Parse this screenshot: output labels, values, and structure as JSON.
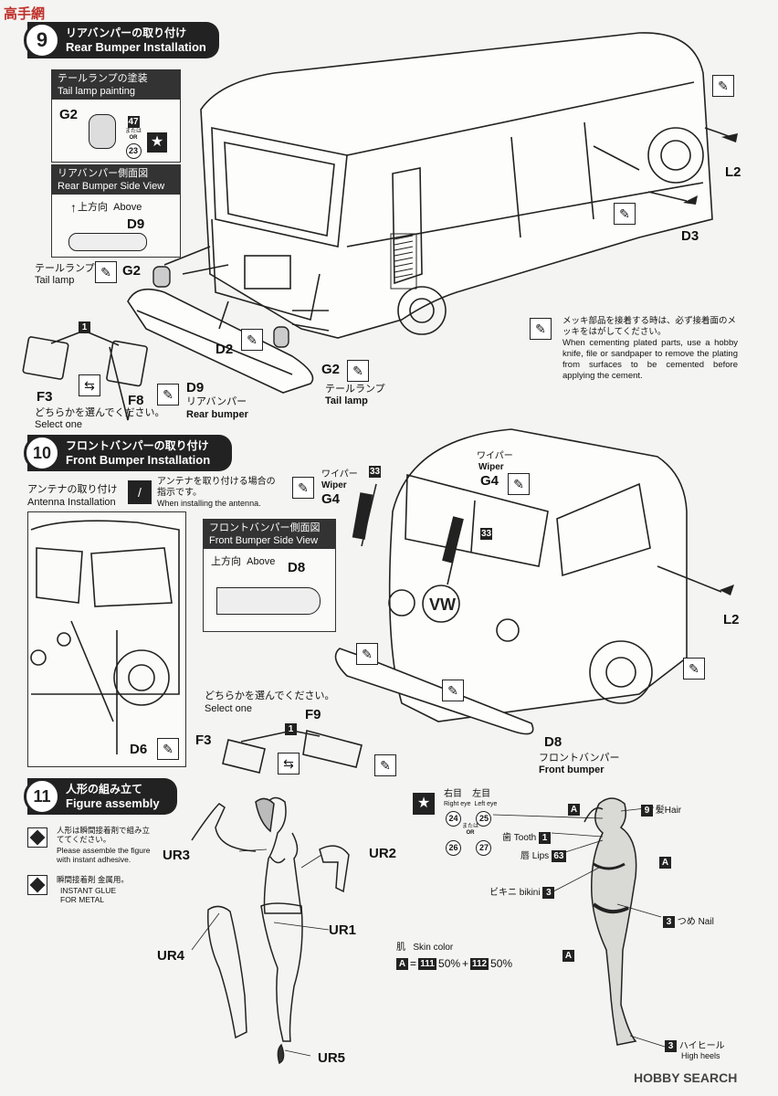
{
  "brand": {
    "top_left": "高手網",
    "bottom_right": "HOBBY SEARCH"
  },
  "step9": {
    "number": "9",
    "title_jp": "リアバンパーの取り付け",
    "title_en": "Rear Bumper Installation",
    "tail_box": {
      "title_jp": "テールランプの塗装",
      "title_en": "Tail lamp painting",
      "part": "G2",
      "color_a": "47",
      "or_jp": "または",
      "or_en": "OR",
      "color_b": "23"
    },
    "side_box": {
      "title_jp": "リアバンパー側面図",
      "title_en": "Rear Bumper Side View",
      "above_jp": "上方向",
      "above_en": "Above",
      "part": "D9"
    },
    "tail_lamp_jp": "テールランプ",
    "tail_lamp_en": "Tail lamp",
    "part_g2": "G2",
    "part_d2": "D2",
    "part_d3": "D3",
    "part_l2": "L2",
    "part_d9": "D9",
    "part_f3": "F3",
    "part_f8": "F8",
    "num_1": "1",
    "rear_bumper_jp": "リアバンパー",
    "rear_bumper_en": "Rear bumper",
    "select_jp": "どちらかを選んでください。",
    "select_en": "Select one",
    "plated_note_jp": "メッキ部品を接着する時は、必ず接着面のメッキをはがしてください。",
    "plated_note_en": "When cementing plated parts, use a hobby knife, file or sandpaper to remove the plating from surfaces to be cemented before applying the cement."
  },
  "step10": {
    "number": "10",
    "title_jp": "フロントバンパーの取り付け",
    "title_en": "Front Bumper Installation",
    "antenna_jp": "アンテナの取り付け",
    "antenna_en": "Antenna Installation",
    "antenna_note_jp": "アンテナを取り付ける場合の指示です。",
    "antenna_note_en": "When installing the antenna.",
    "side_box": {
      "title_jp": "フロントバンパー側面図",
      "title_en": "Front Bumper Side View",
      "above_jp": "上方向",
      "above_en": "Above",
      "part": "D8"
    },
    "wiper_jp": "ワイパー",
    "wiper_en": "Wiper",
    "part_g4": "G4",
    "num_33": "33",
    "part_l2": "L2",
    "part_d6": "D6",
    "part_d8": "D8",
    "part_f3": "F3",
    "part_f9": "F9",
    "num_1": "1",
    "select_jp": "どちらかを選んでください。",
    "select_en": "Select one",
    "front_bumper_jp": "フロントバンパー",
    "front_bumper_en": "Front bumper"
  },
  "step11": {
    "number": "11",
    "title_jp": "人形の組み立て",
    "title_en": "Figure assembly",
    "glue_note1_jp": "人形は瞬間接着剤で組み立ててください。",
    "glue_note1_en": "Please assemble the figure with instant adhesive.",
    "glue_note2_jp": "瞬間接着剤 金属用。",
    "glue_note2_en": "INSTANT GLUE FOR METAL",
    "parts": {
      "ur1": "UR1",
      "ur2": "UR2",
      "ur3": "UR3",
      "ur4": "UR4",
      "ur5": "UR5"
    },
    "skin_jp": "肌",
    "skin_en": "Skin color",
    "skin_formula": {
      "a": "A",
      "c1": "111",
      "p1": "50%",
      "c2": "112",
      "p2": "50%"
    },
    "eyes": {
      "right_jp": "右目",
      "left_jp": "左目",
      "right_en": "Right eye",
      "left_en": "Left eye",
      "c24": "24",
      "c25": "25",
      "or_jp": "または",
      "or_en": "OR",
      "c26": "26",
      "c27": "27"
    },
    "hair": {
      "code": "9",
      "jp": "髪",
      "en": "Hair"
    },
    "tooth": {
      "code": "1",
      "jp": "歯",
      "en": "Tooth"
    },
    "lips": {
      "code": "63",
      "jp": "唇",
      "en": "Lips"
    },
    "bikini": {
      "code": "3",
      "jp": "ビキニ",
      "en": "bikini"
    },
    "nail": {
      "code": "3",
      "jp": "つめ",
      "en": "Nail"
    },
    "heels": {
      "code": "3",
      "jp": "ハイヒール",
      "en": "High heels"
    },
    "a_label": "A"
  }
}
